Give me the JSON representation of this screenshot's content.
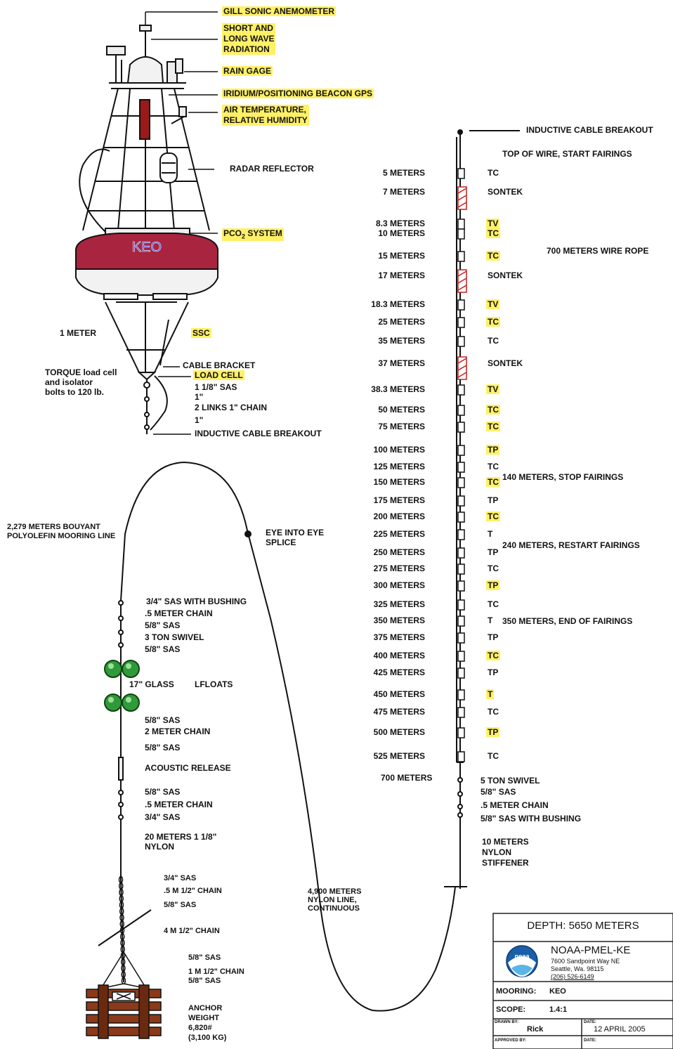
{
  "buoy": {
    "name": "KEO",
    "labels": {
      "gill": "GILL SONIC ANEMOMETER",
      "radiation": [
        "SHORT AND",
        "LONG WAVE",
        "RADIATION"
      ],
      "rain": "RAIN GAGE",
      "iridium": "IRIDIUM/POSITIONING BEACON GPS",
      "airtemp": [
        "AIR TEMPERATURE,",
        "RELATIVE HUMIDITY"
      ],
      "radar": "RADAR REFLECTOR",
      "pco2": "PCO",
      "pco2_sub": "2",
      "pco2_rest": " SYSTEM",
      "one_meter": "1 METER",
      "ssc": "SSC",
      "torque": [
        "TORQUE load cell",
        "and isolator",
        "bolts to 120 lb."
      ],
      "cable_bracket": "CABLE BRACKET",
      "load_cell": "LOAD CELL",
      "sas_118": "1 1/8\" SAS",
      "one_in_a": "1\"",
      "two_links": "2 LINKS 1\" CHAIN",
      "one_in_b": "1\"",
      "inductive_bottom": "INDUCTIVE CABLE BREAKOUT"
    }
  },
  "wire": {
    "top_label": "INDUCTIVE CABLE BREAKOUT",
    "start_fairings": "TOP OF WIRE, START FAIRINGS",
    "wire_rope": "700 METERS WIRE ROPE",
    "stop_fairings": "140 METERS, STOP FAIRINGS",
    "restart_fairings": "240 METERS, RESTART FAIRINGS",
    "end_fairings": "350 METERS, END OF FAIRINGS",
    "instruments": [
      {
        "depth": "5 METERS",
        "type": "TC",
        "hl": false
      },
      {
        "depth": "7 METERS",
        "type": "SONTEK",
        "hl": false
      },
      {
        "depth": "8.3 METERS",
        "type": "TV",
        "hl": true
      },
      {
        "depth": "10 METERS",
        "type": "TC",
        "hl": true
      },
      {
        "depth": "15 METERS",
        "type": "TC",
        "hl": true
      },
      {
        "depth": "17 METERS",
        "type": "SONTEK",
        "hl": false
      },
      {
        "depth": "18.3 METERS",
        "type": "TV",
        "hl": true
      },
      {
        "depth": "25 METERS",
        "type": "TC",
        "hl": true
      },
      {
        "depth": "35 METERS",
        "type": "TC",
        "hl": false
      },
      {
        "depth": "37 METERS",
        "type": "SONTEK",
        "hl": false
      },
      {
        "depth": "38.3 METERS",
        "type": "TV",
        "hl": true
      },
      {
        "depth": "50 METERS",
        "type": "TC",
        "hl": true
      },
      {
        "depth": "75 METERS",
        "type": "TC",
        "hl": true
      },
      {
        "depth": "100 METERS",
        "type": "TP",
        "hl": true
      },
      {
        "depth": "125 METERS",
        "type": "TC",
        "hl": false
      },
      {
        "depth": "150 METERS",
        "type": "TC",
        "hl": true
      },
      {
        "depth": "175 METERS",
        "type": "TP",
        "hl": false
      },
      {
        "depth": "200 METERS",
        "type": "TC",
        "hl": true
      },
      {
        "depth": "225 METERS",
        "type": "T",
        "hl": false
      },
      {
        "depth": "250 METERS",
        "type": "TP",
        "hl": false
      },
      {
        "depth": "275 METERS",
        "type": "TC",
        "hl": false
      },
      {
        "depth": "300 METERS",
        "type": "TP",
        "hl": true
      },
      {
        "depth": "325 METERS",
        "type": "TC",
        "hl": false
      },
      {
        "depth": "350 METERS",
        "type": "T",
        "hl": false
      },
      {
        "depth": "375 METERS",
        "type": "TP",
        "hl": false
      },
      {
        "depth": "400 METERS",
        "type": "TC",
        "hl": true
      },
      {
        "depth": "425 METERS",
        "type": "TP",
        "hl": false
      },
      {
        "depth": "450 METERS",
        "type": "T",
        "hl": true
      },
      {
        "depth": "475 METERS",
        "type": "TC",
        "hl": false
      },
      {
        "depth": "500 METERS",
        "type": "TP",
        "hl": true
      },
      {
        "depth": "525 METERS",
        "type": "TC",
        "hl": false
      }
    ],
    "seven_hundred": "700 METERS",
    "bottom_hardware": [
      "5 TON SWIVEL",
      "5/8\" SAS",
      ".5 METER CHAIN",
      "5/8\" SAS WITH BUSHING"
    ],
    "stiffener": [
      "10 METERS",
      "NYLON",
      "STIFFENER"
    ]
  },
  "mooring": {
    "polyolefin": [
      "2,279 METERS BOUYANT",
      "POLYOLEFIN MOORING LINE"
    ],
    "eye_splice": [
      "EYE INTO EYE",
      "SPLICE"
    ],
    "nylon_line": [
      "4,900 METERS",
      "NYLON LINE,",
      "CONTINUOUS"
    ],
    "upper_hw": [
      "3/4\" SAS WITH BUSHING",
      ".5 METER CHAIN",
      "5/8\" SAS",
      "3 TON SWIVEL",
      "5/8\" SAS"
    ],
    "glass": "17\" GLASS",
    "floats": "LFLOATS",
    "mid_hw": [
      "5/8\" SAS",
      "2 METER CHAIN"
    ],
    "sas_58_b": "5/8\" SAS",
    "acoustic": "ACOUSTIC RELEASE",
    "lower_hw": [
      "5/8\" SAS",
      ".5 METER CHAIN",
      "3/4\" SAS"
    ],
    "nylon_20": [
      "20 METERS 1 1/8\"",
      "NYLON"
    ],
    "chain_hw": [
      "3/4\" SAS",
      ".5 M 1/2\" CHAIN",
      "5/8\" SAS"
    ],
    "chain_4m": "4 M 1/2\" CHAIN",
    "anchor_hw": [
      "5/8\" SAS",
      "1 M 1/2\" CHAIN",
      "5/8\" SAS"
    ],
    "anchor": [
      "ANCHOR",
      "WEIGHT",
      "6,820#",
      "(3,100 KG)"
    ]
  },
  "title_block": {
    "depth": "DEPTH: 5650 METERS",
    "org": "NOAA-PMEL-KE",
    "logo_text": "noaa",
    "address": [
      "7600 Sandpoint Way NE",
      "Seattle, Wa.  98115",
      "(206) 526-6149"
    ],
    "mooring_label": "MOORING:",
    "mooring_value": "KEO",
    "scope_label": "SCOPE:",
    "scope_value": "1.4:1",
    "drawn_label": "DRAWN BY:",
    "drawn_value": "Rick",
    "date_label": "DATE:",
    "date_value": "12 APRIL 2005",
    "approved_label": "APPROVED BY:",
    "date2_label": "DATE:"
  },
  "colors": {
    "highlight": "#fff066",
    "hull": "#a8243f",
    "mast": "#9a1a1a",
    "float": "#2f9a3a",
    "anchor": "#8a3a1a",
    "logo": "#1a5fa8"
  }
}
